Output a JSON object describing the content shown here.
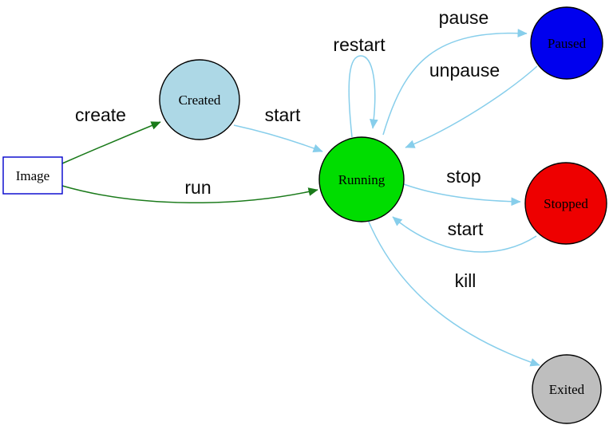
{
  "diagram": {
    "kind": "state-diagram",
    "background": "#ffffff",
    "edge_colors": {
      "lifecycle": "#87ceeb",
      "creation": "#1a7a1a"
    }
  },
  "nodes": {
    "image": {
      "label": "Image",
      "shape": "box",
      "fill": "#ffffff",
      "border": "#0000cc"
    },
    "created": {
      "label": "Created",
      "shape": "circle",
      "fill": "#add8e6",
      "border": "#000000"
    },
    "running": {
      "label": "Running",
      "shape": "circle",
      "fill": "#00dd00",
      "border": "#000000"
    },
    "paused": {
      "label": "Paused",
      "shape": "circle",
      "fill": "#0000ee",
      "border": "#000000"
    },
    "stopped": {
      "label": "Stopped",
      "shape": "circle",
      "fill": "#ee0000",
      "border": "#000000"
    },
    "exited": {
      "label": "Exited",
      "shape": "circle",
      "fill": "#bebebe",
      "border": "#000000"
    }
  },
  "edges": {
    "create": {
      "label": "create",
      "from": "Image",
      "to": "Created",
      "color": "#1a7a1a"
    },
    "run": {
      "label": "run",
      "from": "Image",
      "to": "Running",
      "color": "#1a7a1a"
    },
    "start_created": {
      "label": "start",
      "from": "Created",
      "to": "Running",
      "color": "#87ceeb"
    },
    "restart": {
      "label": "restart",
      "from": "Running",
      "to": "Running",
      "color": "#87ceeb"
    },
    "pause": {
      "label": "pause",
      "from": "Running",
      "to": "Paused",
      "color": "#87ceeb"
    },
    "unpause": {
      "label": "unpause",
      "from": "Paused",
      "to": "Running",
      "color": "#87ceeb"
    },
    "stop": {
      "label": "stop",
      "from": "Running",
      "to": "Stopped",
      "color": "#87ceeb"
    },
    "start_stopped": {
      "label": "start",
      "from": "Stopped",
      "to": "Running",
      "color": "#87ceeb"
    },
    "kill": {
      "label": "kill",
      "from": "Running",
      "to": "Exited",
      "color": "#87ceeb"
    }
  }
}
